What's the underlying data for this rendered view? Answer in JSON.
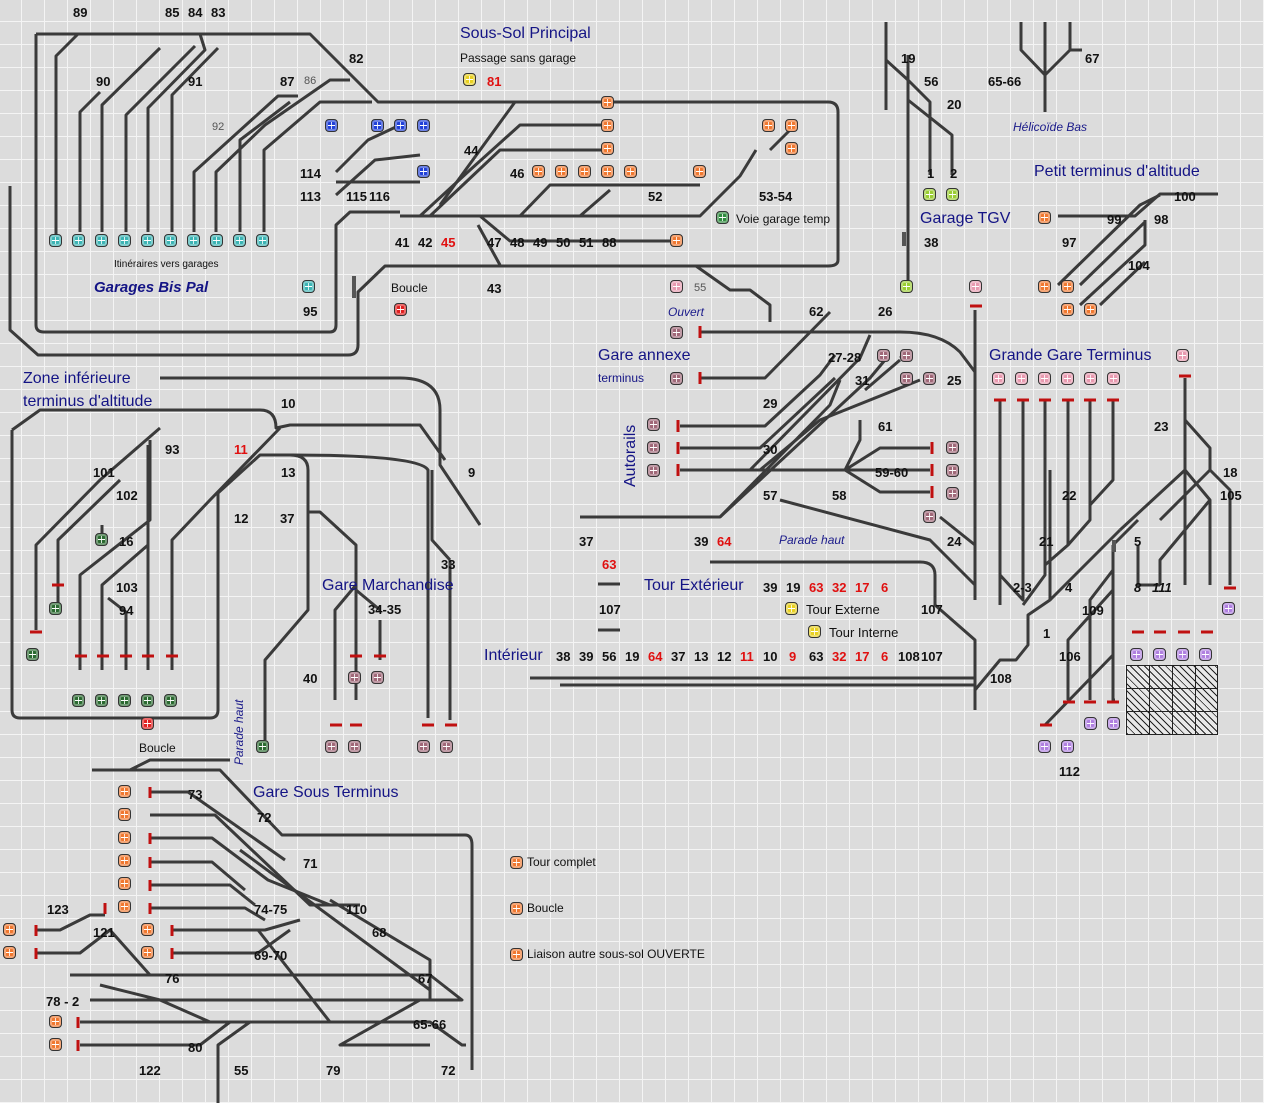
{
  "colors": {
    "teal": "#3cb4b4",
    "blue": "#2040d8",
    "orange": "#f07830",
    "red": "#e02020",
    "green": "#2e8b3e",
    "darkgreen": "#2a6a30",
    "yellow": "#e8d020",
    "lightgreen": "#9acd32",
    "pink": "#e89ab0",
    "mauve": "#a06878",
    "purple": "#b080e0",
    "track": "#3a3a3a"
  },
  "titles": {
    "sous_sol": "Sous-Sol Principal",
    "garages_bis": "Garages Bis Pal",
    "zone_inf_1": "Zone inférieure",
    "zone_inf_2": "terminus d'altitude",
    "gare_annexe": "Gare annexe",
    "autorails": "Autorails",
    "gare_marchandise": "Gare Marchandise",
    "tour_exterieur": "Tour Extérieur",
    "interieur": "Intérieur",
    "petit_terminus": "Petit terminus d'altitude",
    "garage_tgv": "Garage TGV",
    "grande_gare": "Grande Gare Terminus",
    "gare_sous_terminus": "Gare Sous Terminus"
  },
  "notes": {
    "passage": "Passage sans garage",
    "itineraires": "Itinéraires vers garages",
    "boucle1": "Boucle",
    "boucle2": "Boucle",
    "voie_garage": "Voie garage temp",
    "ouvert": "Ouvert",
    "terminus": "terminus",
    "helicoide": "Hélicoïde Bas",
    "parade_haut_1": "Parade haut",
    "parade_haut_2": "Parade haut",
    "tour_externe": "Tour Externe",
    "tour_interne": "Tour Interne"
  },
  "legend": {
    "tour_complet": "Tour complet",
    "boucle": "Boucle",
    "liaison": "Liaison autre sous-sol OUVERTE"
  },
  "numbers": {
    "n89": "89",
    "n85": "85",
    "n84": "84",
    "n83": "83",
    "n82": "82",
    "n90": "90",
    "n91": "91",
    "n87": "87",
    "n86": "86",
    "n92": "92",
    "n81": "81",
    "n44": "44",
    "n46": "46",
    "n52": "52",
    "n5354": "53-54",
    "n114": "114",
    "n113": "113",
    "n115": "115",
    "n116": "116",
    "n41": "41",
    "n42": "42",
    "n45": "45",
    "n47": "47",
    "n48": "48",
    "n49": "49",
    "n50": "50",
    "n51": "51",
    "n88": "88",
    "n43": "43",
    "n95": "95",
    "n55": "55",
    "n62": "62",
    "n26": "26",
    "n19a": "19",
    "n56a": "56",
    "n20": "20",
    "n1": "1",
    "n2": "2",
    "n38a": "38",
    "n67a": "67",
    "n6566a": "65-66",
    "n100": "100",
    "n99": "99",
    "n98": "98",
    "n97": "97",
    "n104": "104",
    "n2728": "27-28",
    "n31": "31",
    "n25": "25",
    "n10": "10",
    "n9": "9",
    "n93": "93",
    "n11": "11",
    "n13a": "13",
    "n101": "101",
    "n102": "102",
    "n12a": "12",
    "n37a": "37",
    "n16": "16",
    "n103": "103",
    "n94": "94",
    "n33": "33",
    "n3435": "34-35",
    "n40": "40",
    "n29": "29",
    "n61": "61",
    "n30": "30",
    "n5960": "59-60",
    "n57": "57",
    "n58": "58",
    "n24": "24",
    "n23": "23",
    "n18": "18",
    "n105": "105",
    "n22": "22",
    "n21": "21",
    "n5": "5",
    "n23b": "2-3",
    "n4": "4",
    "n8": "8",
    "n111": "111",
    "n109": "109",
    "n1b": "1",
    "n106": "106",
    "n112": "112",
    "n108b": "108",
    "n37b": "37",
    "n39b": "39",
    "n64b": "64",
    "n63b": "63",
    "n107b": "107",
    "t39": "39",
    "t19": "19",
    "t63": "63",
    "t32": "32",
    "t17": "17",
    "t6": "6",
    "t107": "107",
    "i38": "38",
    "i39": "39",
    "i56": "56",
    "i19": "19",
    "i64": "64",
    "i37": "37",
    "i13": "13",
    "i12": "12",
    "i11": "11",
    "i10": "10",
    "i9": "9",
    "i63": "63",
    "i32": "32",
    "i17": "17",
    "i6": "6",
    "i108": "108",
    "i107": "107",
    "s73": "73",
    "s72a": "72",
    "s71": "71",
    "s110": "110",
    "s7475": "74-75",
    "s68": "68",
    "s123": "123",
    "s121": "121",
    "s6970": "69-70",
    "s76": "76",
    "s67": "67",
    "s782": "78 - 2",
    "s6566": "65-66",
    "s80": "80",
    "s122": "122",
    "s55": "55",
    "s79": "79",
    "s72b": "72"
  }
}
